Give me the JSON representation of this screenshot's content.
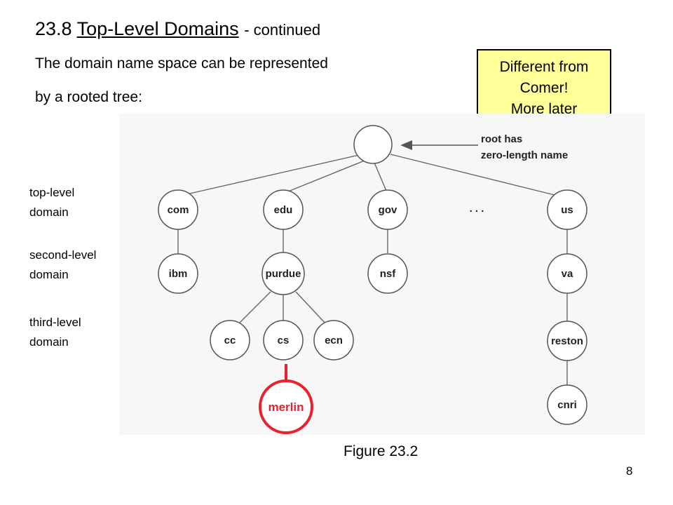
{
  "title": {
    "number": "23.8",
    "topic": "Top-Level Domains",
    "suffix": "- continued"
  },
  "intro": {
    "line1": "The domain name space can be represented",
    "line2": "by a rooted tree:"
  },
  "note": {
    "line1": "Different from",
    "line2": "Comer!",
    "line3": "More later",
    "background": "#ffff99"
  },
  "levels": {
    "top": [
      "top-level",
      "domain"
    ],
    "second": [
      "second-level",
      "domain"
    ],
    "third": [
      "third-level",
      "domain"
    ]
  },
  "tree": {
    "root_annotation": [
      "root has",
      "zero-length name"
    ],
    "ellipsis": ". . .",
    "top_level": [
      "com",
      "edu",
      "gov",
      "us"
    ],
    "second_level": [
      "ibm",
      "purdue",
      "nsf",
      "va"
    ],
    "third_level": [
      "cc",
      "cs",
      "ecn",
      "reston"
    ],
    "fourth_level": [
      "merlin",
      "cnri"
    ],
    "highlight_color": "#e8212a"
  },
  "caption": "Figure 23.2",
  "page_number": "8"
}
